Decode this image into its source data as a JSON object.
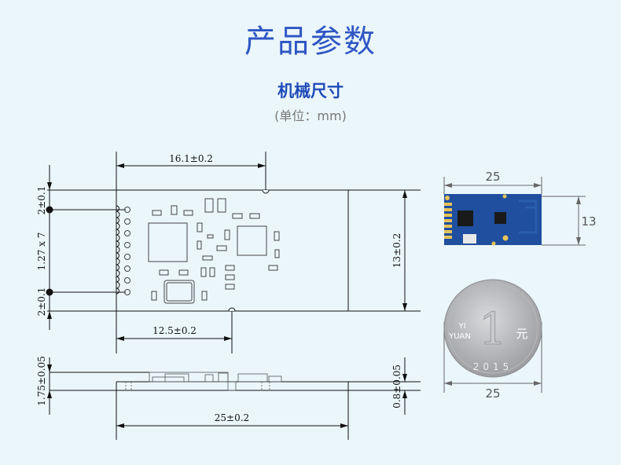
{
  "header": {
    "title": "产品参数",
    "subtitle": "机械尺寸",
    "unit_note": "(单位：mm)"
  },
  "drawing": {
    "top_width_label": "16.1±0.2",
    "pin_offset_top_label": "2±0.1",
    "pin_pitch_label": "1.27 x 7",
    "pin_offset_bottom_label": "2±0.1",
    "height_label": "13±0.2",
    "notch_label": "12.5±0.2",
    "total_thickness_label": "1.75±0.05",
    "pcb_thickness_label": "0.8±0.05",
    "length_label": "25±0.2"
  },
  "photo": {
    "module_width": "25",
    "module_height": "13",
    "coin_width": "25",
    "coin_text": {
      "yi": "YI",
      "yuan": "YUAN",
      "denomination": "1",
      "yuan_cn": "元",
      "year": "2015"
    }
  },
  "colors": {
    "title": "#2f56c4",
    "pcb": "#1f4f9e",
    "background": "#ebf6fb"
  }
}
